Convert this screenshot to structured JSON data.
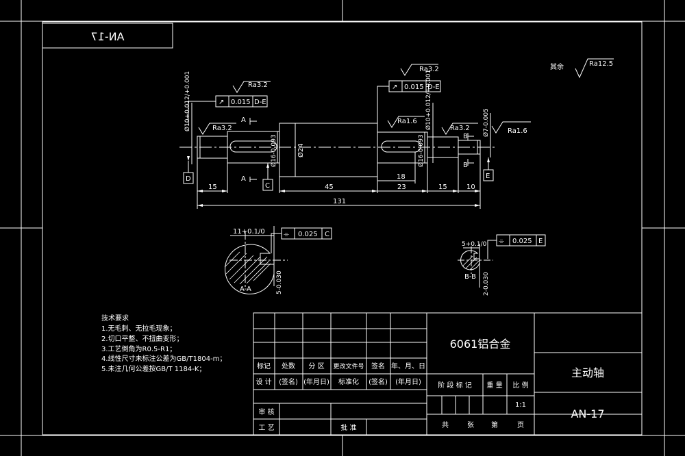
{
  "drawing_number_mirrored": "AN-17",
  "roughness_other": {
    "label": "其余",
    "value": "Ra12.5"
  },
  "roughness": {
    "r1": "Ra3.2",
    "r2": "Ra3.2",
    "r3": "Ra3.2",
    "r4": "Ra1.6",
    "r5": "Ra3.2",
    "r6": "Ra1.6"
  },
  "tolerance_frames": {
    "left": {
      "symbol": "↗",
      "value": "0.015",
      "datum": "D-E"
    },
    "right": {
      "symbol": "↗",
      "value": "0.015",
      "datum": "D-E"
    },
    "section_aa": {
      "symbol": "⌯",
      "value": "0.025",
      "datum": "C"
    },
    "section_bb": {
      "symbol": "⌯",
      "value": "0.025",
      "datum": "E"
    }
  },
  "datums": {
    "d": "D",
    "c": "C",
    "b": "B",
    "e": "E",
    "a": "A"
  },
  "dimensions": {
    "d15_left": "15",
    "d45": "45",
    "d18": "18",
    "d23": "23",
    "d15_right": "15",
    "d10": "10",
    "d131": "131",
    "dia_left": "Ø10+0.012/+0.001",
    "dia_24": "Ø24",
    "dia_right": "Ø10+0.012/+0.001",
    "dia_7": "Ø7-0.005",
    "key_left": "Ø16-0.093",
    "key_right": "Ø16-0.093",
    "sec_a_width": "11+0.1/0",
    "sec_a_depth": "5-0.030",
    "sec_b_width": "5+0.1/0",
    "sec_b_depth": "2-0.030"
  },
  "section_labels": {
    "aa": "A-A",
    "bb": "B-B"
  },
  "tech": {
    "title": "技术要求",
    "items": [
      "1.无毛刺、无拉毛现象；",
      "2.切口平整、不扭曲变形；",
      "3.工艺倒角为R0.5-R1；",
      "4.线性尺寸未标注公差为GB/T1804-m；",
      "5.未注几何公差按GB/T 1184-K；"
    ]
  },
  "title_block": {
    "material": "6061铝合金",
    "part_name": "主动轴",
    "drawing_no": "AN-17",
    "row_mark": [
      "标记",
      "处数",
      "分 区",
      "更改文件号",
      "签名",
      "年、月、日"
    ],
    "row_design": [
      "设 计",
      "(签名)",
      "(年月日)",
      "标准化",
      "(签名)",
      "(年月日)"
    ],
    "row_stage": [
      "阶 段 标 记",
      "重 量",
      "比 例"
    ],
    "scale": "1:1",
    "review": "审 核",
    "process": "工 艺",
    "approve": "批 准",
    "sheets": [
      "共",
      "张",
      "第",
      "页"
    ]
  },
  "colors": {
    "line": "#ffffff",
    "background": "#000000"
  }
}
